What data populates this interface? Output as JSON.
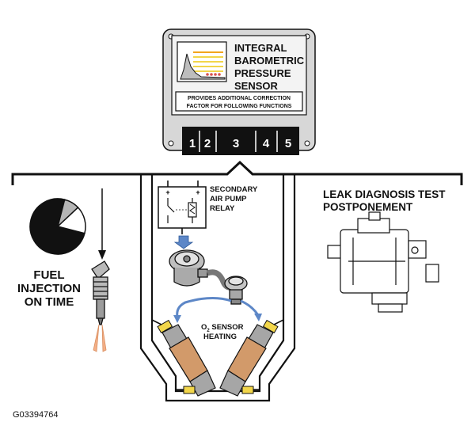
{
  "module": {
    "title_lines": [
      "INTEGRAL",
      "BAROMETRIC",
      "PRESSURE",
      "SENSOR"
    ],
    "note_lines": [
      "PROVIDES ADDITIONAL CORRECTION",
      "FACTOR FOR FOLLOWING FUNCTIONS"
    ],
    "pins": [
      "1",
      "2",
      "3",
      "4",
      "5"
    ]
  },
  "labels": {
    "fuel_injection": [
      "FUEL",
      "INJECTION",
      "ON TIME"
    ],
    "relay": [
      "SECONDARY",
      "AIR PUMP",
      "RELAY"
    ],
    "leak": [
      "LEAK DIAGNOSIS TEST",
      "POSTPONEMENT"
    ],
    "o2_prefix": "O",
    "o2_sub": "2",
    "o2_line1_rest": "SENSOR",
    "o2_line2": "HEATING",
    "figure_id": "G03394764"
  },
  "chart_data": {
    "type": "pie",
    "categories": [
      "black",
      "gray",
      "white"
    ],
    "values": [
      75,
      9,
      16
    ],
    "title": "",
    "legend": "none"
  },
  "colors": {
    "ink": "#111111",
    "module_gray": "#d7d7d7",
    "panel": "#f3f3f3",
    "yellow": "#f2d64a",
    "orange": "#f2a51e",
    "blue_hose": "#5d87c7",
    "pie_gray": "#b5b5b5",
    "injector_gray": "#b9b9b9",
    "spray": "#f4b088",
    "cat_gray": "#a6a6a6",
    "cat_tan": "#d29a6a"
  },
  "icons": [
    "barometer-graph-icon",
    "relay-symbol-icon",
    "fuel-injector-icon",
    "air-pump-icon",
    "valve-icon",
    "catalytic-converter-icon",
    "o2-sensor-icon",
    "leak-pump-icon"
  ]
}
